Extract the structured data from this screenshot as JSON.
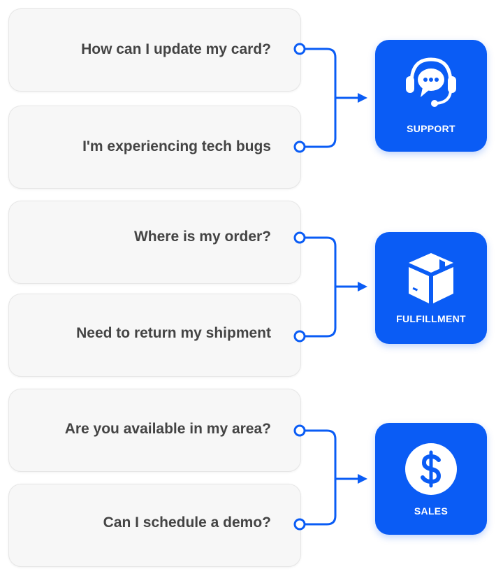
{
  "questions": [
    {
      "label": "How can I update my card?"
    },
    {
      "label": "I'm experiencing tech bugs"
    },
    {
      "label": "Where is my order?"
    },
    {
      "label": "Need to return my shipment"
    },
    {
      "label": "Are you available in my area?"
    },
    {
      "label": "Can I schedule a demo?"
    }
  ],
  "departments": [
    {
      "label": "SUPPORT",
      "icon": "headset-chat-icon"
    },
    {
      "label": "FULFILLMENT",
      "icon": "package-box-icon"
    },
    {
      "label": "SALES",
      "icon": "dollar-coin-icon"
    }
  ],
  "colors": {
    "accent": "#0a5cf5",
    "card_bg": "#f7f7f7",
    "text": "#444444"
  }
}
